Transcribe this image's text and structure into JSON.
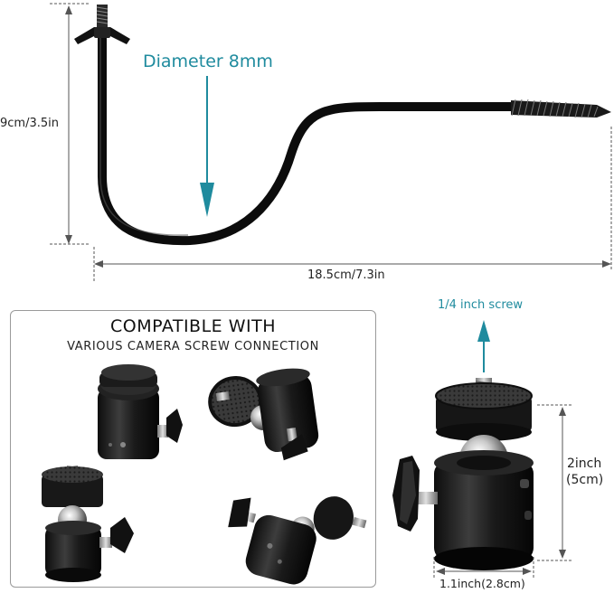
{
  "hook_dimensions": {
    "diameter_label": "Diameter 8mm",
    "height_label": "9cm/3.5in",
    "width_label": "18.5cm/7.3in"
  },
  "compat_panel": {
    "title": "COMPATIBLE WITH",
    "subtitle": "VARIOUS CAMERA SCREW CONNECTION"
  },
  "ball_head_dimensions": {
    "screw_label": "1/4 inch screw",
    "height_inch": "2inch",
    "height_cm": "(5cm)",
    "width_label": "1.1inch(2.8cm)"
  },
  "colors": {
    "accent": "#1f8b9e",
    "metal": "#1a1a1a",
    "border": "#9a9a9a"
  }
}
